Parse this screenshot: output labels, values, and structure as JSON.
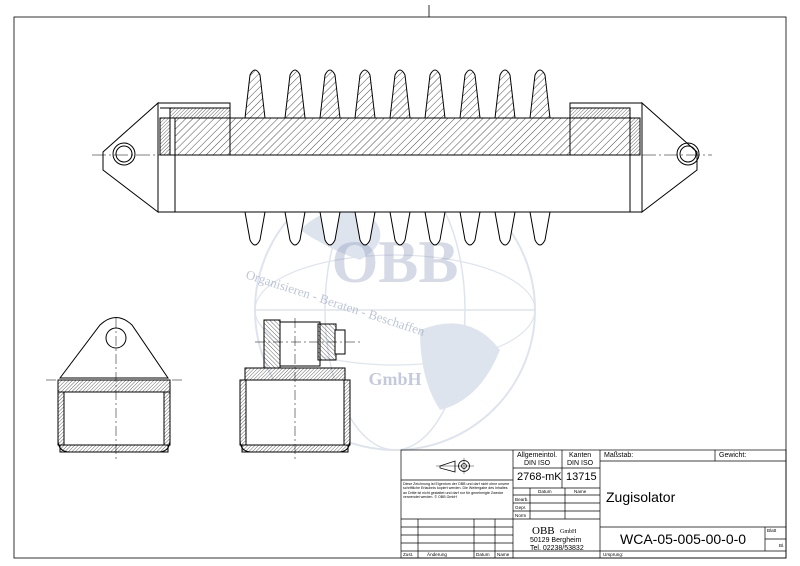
{
  "watermark": {
    "logo_text": "OBB",
    "ring_text": "Organisieren - Beraten - Beschaffen",
    "sub_text": "GmbH"
  },
  "title_block": {
    "tolerance_general_label": "Allgemeintol.",
    "tolerance_general_std": "DIN ISO",
    "tolerance_general_value": "2768-mK",
    "edges_label": "Kanten",
    "edges_std": "DIN ISO",
    "edges_value": "13715",
    "scale_label": "Maßstab:",
    "weight_label": "Gewicht:",
    "copyright_note": "Diese Zeichnung ist Eigentum der OBB und darf nicht ohne unsere schriftliche Erlaubnis kopiert werden. Die Weitergabe des Inhaltes an Dritte ist nicht gestattet und darf nur für genehmigte Zwecke verwendet werden. © OBB GmbH",
    "row_labels": [
      "Bearb.",
      "Gepr.",
      "Norm"
    ],
    "col_date": "Datum",
    "col_name": "Name",
    "part_title": "Zugisolator",
    "company_name": "OBB",
    "company_suffix": "GmbH",
    "company_address": "50129  Bergheim",
    "company_phone": "Tel. 02238/53832",
    "drawing_number": "WCA-05-005-00-0-0",
    "sheet_label": "Blatt",
    "sheet_of_label": "Bl.",
    "revision_cols": [
      "Zust.",
      "Änderung",
      "Datum",
      "Name"
    ],
    "origin_label": "Ursprung:"
  }
}
